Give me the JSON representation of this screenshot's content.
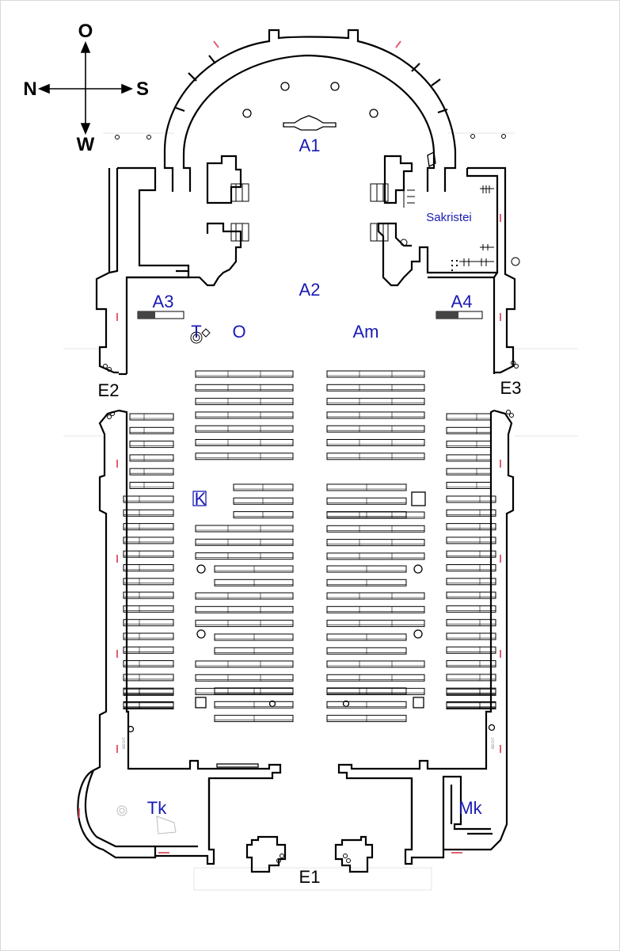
{
  "compass": {
    "north": "O",
    "west": "N",
    "east": "S",
    "south": "W"
  },
  "areas": {
    "a1": "A1",
    "a2": "A2",
    "a3": "A3",
    "a4": "A4",
    "sakristei": "Sakristei",
    "t": "T",
    "o": "O",
    "am": "Am",
    "k": "K",
    "tk": "Tk",
    "mk": "Mk"
  },
  "entrances": {
    "e1": "E1",
    "e2": "E2",
    "e3": "E3"
  },
  "confessional_marks": {
    "left": "BEICHT",
    "right": "BEICHT"
  },
  "colors": {
    "label": "#1a1ab4",
    "wall": "#000000",
    "window": "#e06070",
    "border": "#d8d8d8"
  },
  "icons": {
    "arrow": "arrow-icon",
    "pillar": "pillar-icon",
    "font": "baptismal-font-icon"
  }
}
